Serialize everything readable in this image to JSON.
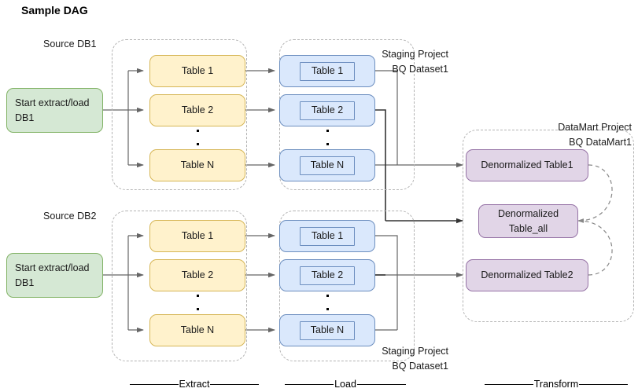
{
  "title": "Sample DAG",
  "colors": {
    "green_fill": "#d5e8d4",
    "green_stroke": "#82b366",
    "yellow_fill": "#fff2cc",
    "yellow_stroke": "#d6b656",
    "blue_fill": "#dae8fc",
    "blue_stroke": "#6c8ebf",
    "purple_fill": "#e1d5e7",
    "purple_stroke": "#9673a6",
    "group_stroke": "#b3b3b3",
    "edge_stroke": "#666666",
    "edge_dark": "#333333",
    "background": "#ffffff"
  },
  "group_labels": {
    "source_db1": "Source DB1",
    "source_db2": "Source DB2",
    "staging_top_line1": "Staging Project",
    "staging_top_line2": "BQ Dataset1",
    "staging_bottom_line1": "Staging Project",
    "staging_bottom_line2": "BQ Dataset1",
    "datamart_line1": "DataMart Project",
    "datamart_line2": "BQ DataMart1"
  },
  "start_nodes": [
    {
      "id": "start-db1",
      "line1": "Start extract/load",
      "line2": "DB1"
    },
    {
      "id": "start-db2",
      "line1": "Start extract/load",
      "line2": "DB1"
    }
  ],
  "extract_top": [
    {
      "id": "extract-top-table1",
      "label": "Table 1"
    },
    {
      "id": "extract-top-table2",
      "label": "Table 2"
    },
    {
      "id": "extract-top-tablen",
      "label": "Table N"
    }
  ],
  "extract_bottom": [
    {
      "id": "extract-bottom-table1",
      "label": "Table 1"
    },
    {
      "id": "extract-bottom-table2",
      "label": "Table 2"
    },
    {
      "id": "extract-bottom-tablen",
      "label": "Table N"
    }
  ],
  "load_top": [
    {
      "id": "load-top-table1",
      "label": "Table 1"
    },
    {
      "id": "load-top-table2",
      "label": "Table 2"
    },
    {
      "id": "load-top-tablen",
      "label": "Table N"
    }
  ],
  "load_bottom": [
    {
      "id": "load-bottom-table1",
      "label": "Table 1"
    },
    {
      "id": "load-bottom-table2",
      "label": "Table 2"
    },
    {
      "id": "load-bottom-tablen",
      "label": "Table N"
    }
  ],
  "transform": [
    {
      "id": "denorm-table1",
      "line1": "Denormalized Table1",
      "line2": ""
    },
    {
      "id": "denorm-table-all",
      "line1": "Denormalized",
      "line2": "Table_all"
    },
    {
      "id": "denorm-table2",
      "line1": "Denormalized Table2",
      "line2": ""
    }
  ],
  "phases": [
    {
      "id": "phase-extract",
      "label": "Extract"
    },
    {
      "id": "phase-load",
      "label": "Load"
    },
    {
      "id": "phase-transform",
      "label": "Transform"
    }
  ]
}
